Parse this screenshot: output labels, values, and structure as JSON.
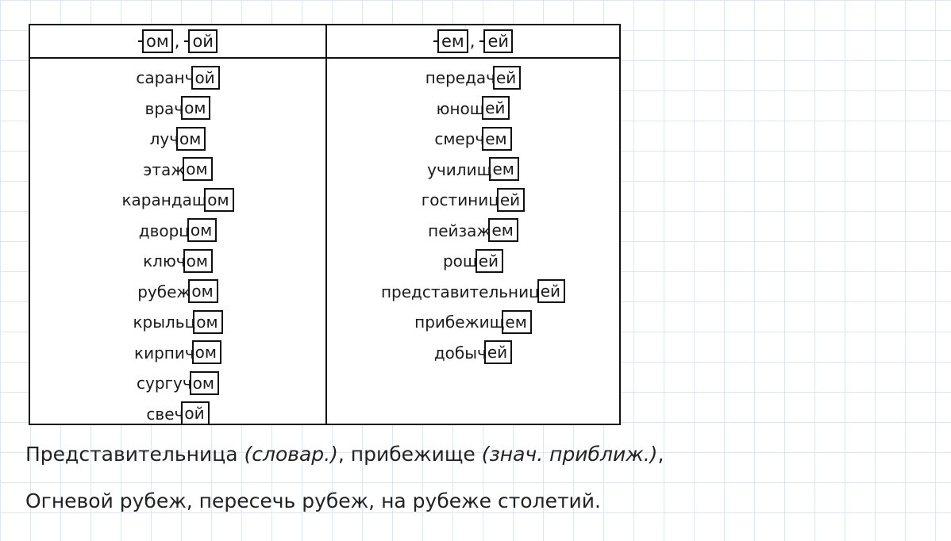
{
  "table": {
    "left_header": {
      "ending_1": "ом",
      "separator": ",",
      "ending_2": "ой"
    },
    "right_header": {
      "ending_1": "ем",
      "separator": ",",
      "ending_2": "ей"
    },
    "left_words": [
      {
        "stem": "саранч",
        "ending": "ой"
      },
      {
        "stem": "врач",
        "ending": "ом"
      },
      {
        "stem": "луч",
        "ending": "ом"
      },
      {
        "stem": "этаж",
        "ending": "ом"
      },
      {
        "stem": "карандаш",
        "ending": "ом"
      },
      {
        "stem": "дворц",
        "ending": "ом"
      },
      {
        "stem": "ключ",
        "ending": "ом"
      },
      {
        "stem": "рубеж",
        "ending": "ом"
      },
      {
        "stem": "крыльц",
        "ending": "ом"
      },
      {
        "stem": "кирпич",
        "ending": "ом"
      },
      {
        "stem": "сургуч",
        "ending": "ом"
      },
      {
        "stem": "свеч",
        "ending": "ой"
      }
    ],
    "right_words": [
      {
        "stem": "передач",
        "ending": "ей"
      },
      {
        "stem": "юнош",
        "ending": "ей"
      },
      {
        "stem": "смерч",
        "ending": "ем"
      },
      {
        "stem": "училищ",
        "ending": "ем"
      },
      {
        "stem": "гостиниц",
        "ending": "ей"
      },
      {
        "stem": "пейзаж",
        "ending": "ем"
      },
      {
        "stem": "рощ",
        "ending": "ей"
      },
      {
        "stem": "представительниц",
        "ending": "ей"
      },
      {
        "stem": "прибежищ",
        "ending": "ем"
      },
      {
        "stem": "добыч",
        "ending": "ей"
      }
    ]
  },
  "notes": {
    "line1": {
      "word1": "Представительница",
      "note1": "(словар.)",
      "sep": ", ",
      "word2": "прибежище",
      "note2": "(знач. приближ.)",
      "end": ","
    },
    "line2": "Огневой рубеж, пересечь рубеж, на рубеже столетий."
  }
}
